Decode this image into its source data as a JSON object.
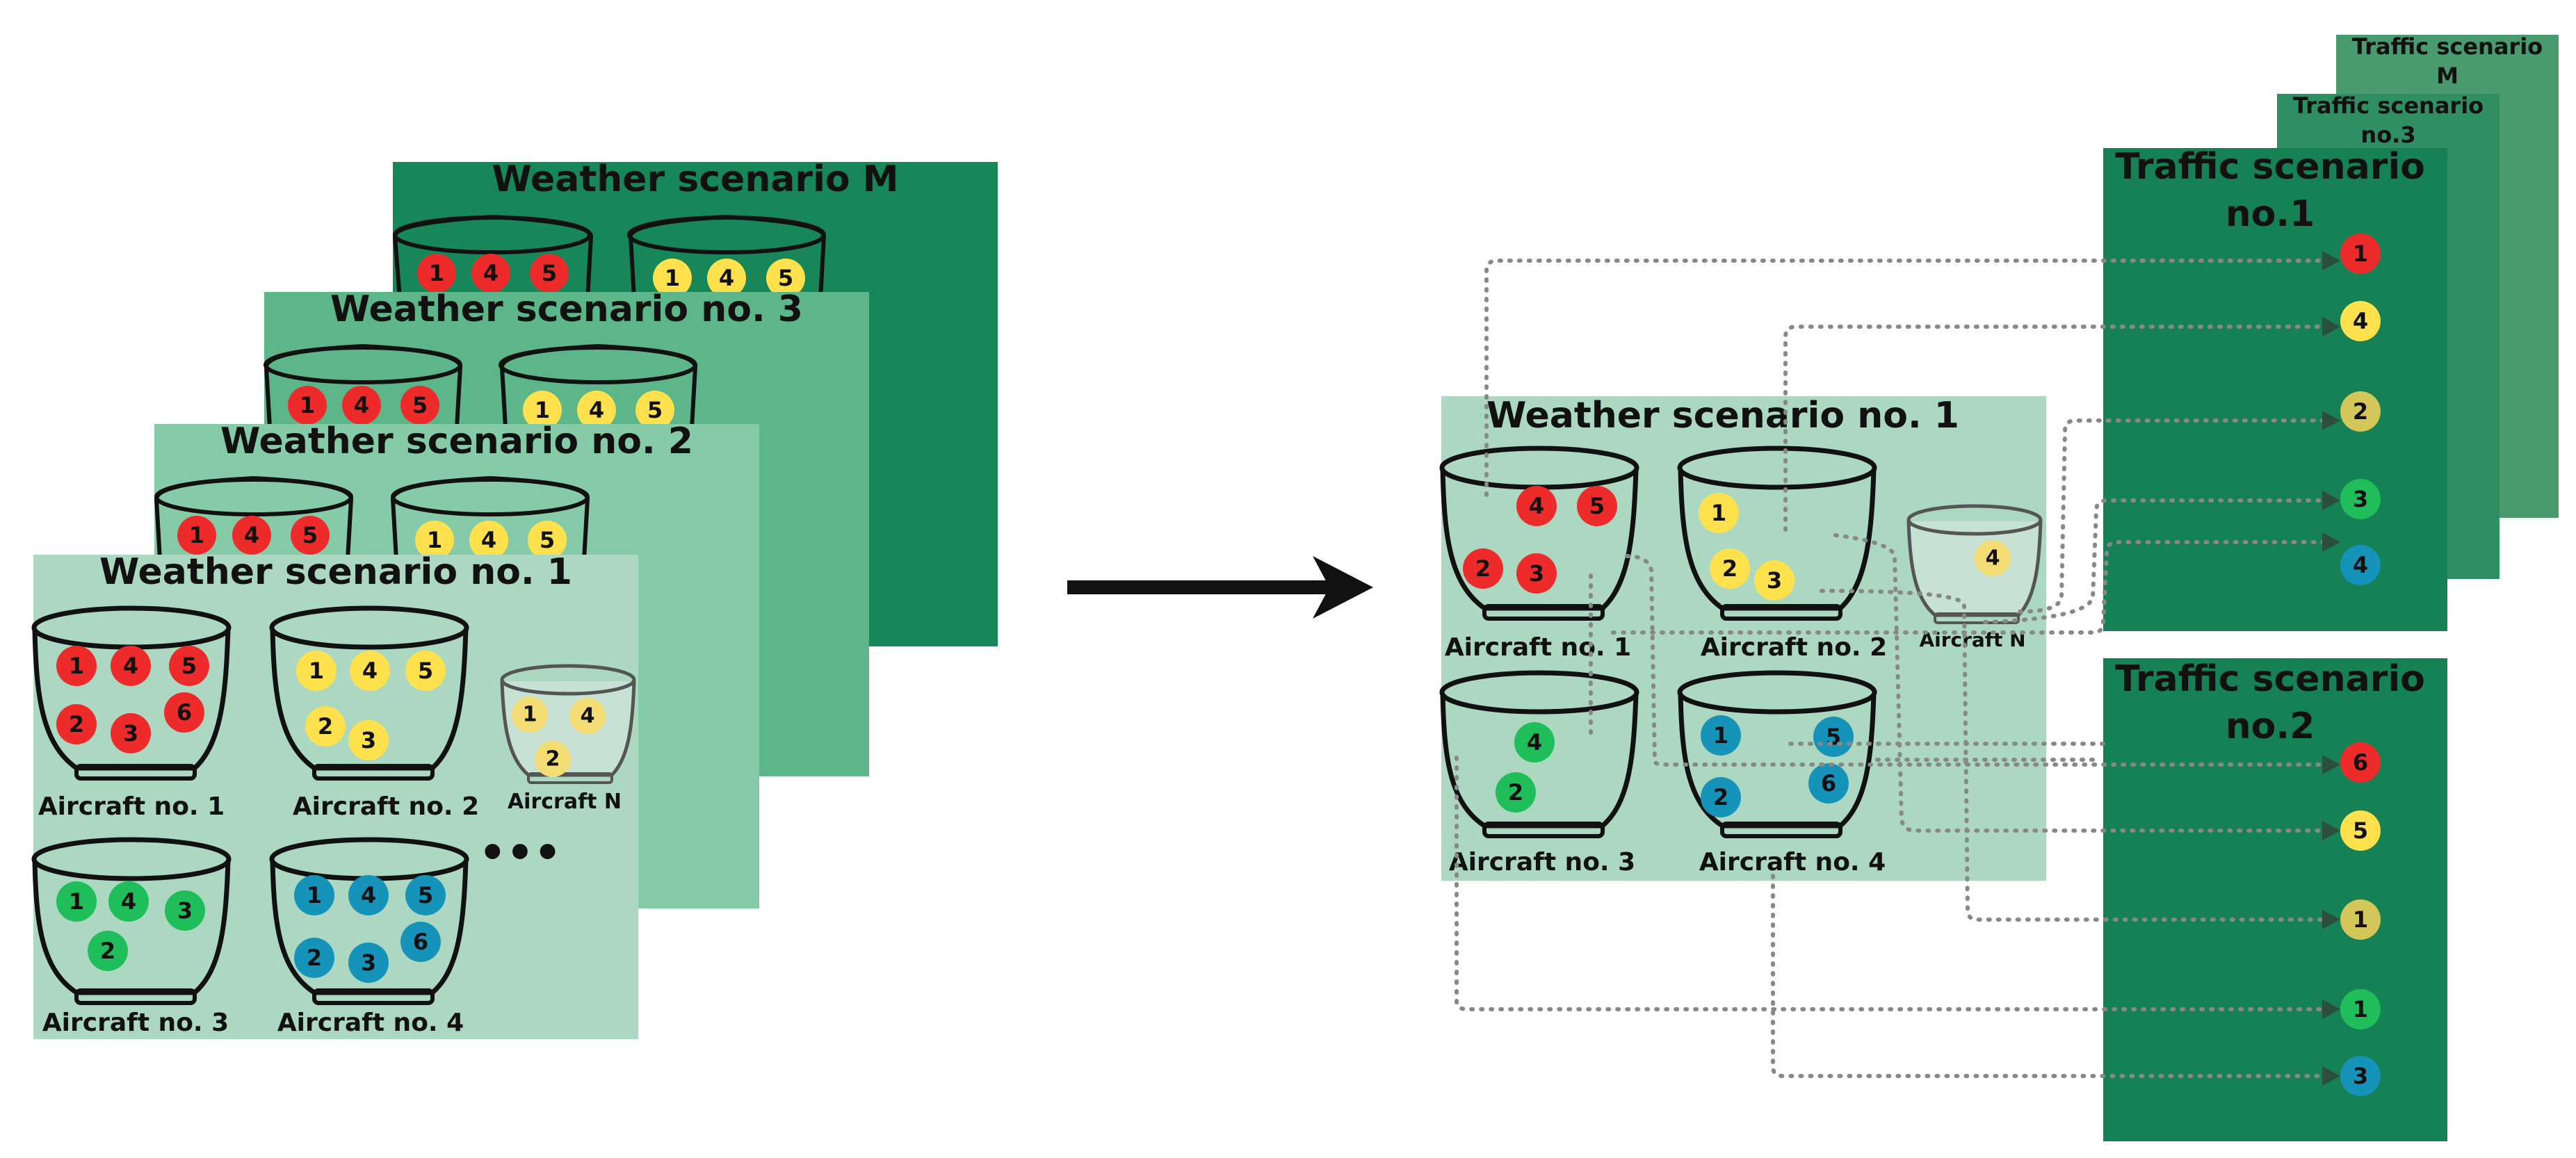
{
  "colors": {
    "red": "#ee2b2b",
    "yellow": "#ffe14d",
    "green": "#1fbe5a",
    "blue": "#1593b8",
    "mustard": "#d4c75a",
    "paleyellow": "#f3dc74",
    "bg_light": "#acd8c2",
    "bg_mid": "#86cba7",
    "bg_med": "#5cb68a",
    "bg_dark": "#178658",
    "traffic_back": "#4a9a70",
    "traffic_mid": "#2f8f63",
    "traffic_front": "#168155",
    "line": "#888888",
    "arrow": "#111111"
  },
  "left_stack": {
    "titles": [
      "Weather scenario M",
      "Weather scenario no. 3",
      "Weather scenario no. 2",
      "Weather scenario no. 1"
    ],
    "back_bowls": {
      "red": [
        "1",
        "4",
        "5"
      ],
      "yellow": [
        "1",
        "4",
        "5"
      ]
    },
    "front": {
      "aircraft1": {
        "label": "Aircraft no. 1",
        "balls": [
          "1",
          "4",
          "5",
          "2",
          "3",
          "6"
        ]
      },
      "aircraft2": {
        "label": "Aircraft no. 2",
        "balls": [
          "1",
          "4",
          "5",
          "2",
          "3"
        ]
      },
      "aircraftN": {
        "label": "Aircraft N",
        "balls": [
          "1",
          "4",
          "2"
        ]
      },
      "aircraft3": {
        "label": "Aircraft no. 3",
        "balls": [
          "1",
          "4",
          "3",
          "2"
        ]
      },
      "aircraft4": {
        "label": "Aircraft no. 4",
        "balls": [
          "1",
          "4",
          "5",
          "2",
          "3",
          "6"
        ]
      },
      "ellipsis": "•••"
    }
  },
  "right_weather": {
    "title": "Weather scenario no. 1",
    "aircraft1": {
      "label": "Aircraft no. 1",
      "balls": [
        "4",
        "5",
        "2",
        "3"
      ]
    },
    "aircraft2": {
      "label": "Aircraft no. 2",
      "balls": [
        "1",
        "2",
        "3"
      ]
    },
    "aircraftN": {
      "label": "Aircraft N",
      "balls": [
        "4"
      ]
    },
    "aircraft3": {
      "label": "Aircraft no. 3",
      "balls": [
        "4",
        "2"
      ]
    },
    "aircraft4": {
      "label": "Aircraft no. 4",
      "balls": [
        "1",
        "5",
        "6",
        "2"
      ]
    }
  },
  "traffic": {
    "scenario_m": {
      "line1": "Traffic scenario",
      "line2": "M"
    },
    "scenario_3": {
      "line1": "Traffic scenario",
      "line2": "no.3"
    },
    "scenario_1": {
      "line1": "Traffic scenario",
      "line2": "no.1",
      "balls": [
        "1",
        "4",
        "2",
        "3",
        "4"
      ]
    },
    "scenario_2": {
      "line1": "Traffic scenario",
      "line2": "no.2",
      "balls": [
        "6",
        "5",
        "1",
        "1",
        "3"
      ]
    }
  }
}
